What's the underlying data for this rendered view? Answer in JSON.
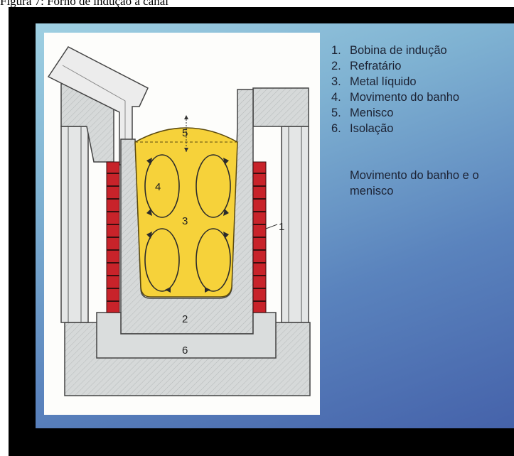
{
  "caption": "Figura 7: Forno de indução a canal",
  "diagram": {
    "labels": {
      "coil": "1",
      "refractory": "2",
      "metal": "3",
      "movement": "4",
      "meniscus": "5",
      "insulation": "6"
    }
  },
  "legend": {
    "items": [
      {
        "num": "1.",
        "text": "Bobina de indução"
      },
      {
        "num": "2.",
        "text": "Refratário"
      },
      {
        "num": "3.",
        "text": "Metal líquido"
      },
      {
        "num": "4.",
        "text": "Movimento do banho"
      },
      {
        "num": "5.",
        "text": "Menisco"
      },
      {
        "num": "6.",
        "text": "Isolação"
      }
    ],
    "note": "Movimento do banho e o menisco"
  },
  "colors": {
    "metal": "#f6d23a",
    "refractory": "#d9dcdc",
    "coil": "#c8232a",
    "frame": "#000000",
    "panel": "#5a83bd"
  }
}
